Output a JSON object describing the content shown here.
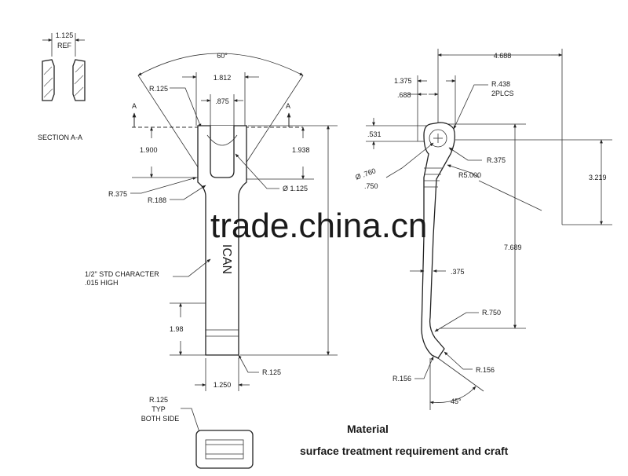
{
  "section": {
    "label": "SECTION A-A",
    "dim_width": "1.125",
    "dim_ref": "REF"
  },
  "front_view": {
    "angle": "60°",
    "r125_top": "R.125",
    "dim_1812": "1.812",
    "dim_875": ".875",
    "cut_a_left": "A",
    "cut_a_right": "A",
    "dim_1900": "1.900",
    "dim_1938": "1.938",
    "r375": "R.375",
    "r188": "R.188",
    "dia_1125": "Ø 1.125",
    "char_note_1": "1/2\" STD CHARACTER",
    "char_note_2": ".015 HIGH",
    "engraving": "ICAN",
    "dim_198": "1.98",
    "r125_bottom": "R.125",
    "dim_1250": "1.250"
  },
  "side_view": {
    "dim_4688": "4.688",
    "dim_1375": "1.375",
    "dim_688": ".688",
    "r438": "R.438",
    "r438_note": "2PLCS",
    "dim_531": ".531",
    "r375": "R.375",
    "dia_760": "Ø .760",
    "dia_750": ".750",
    "r5000": "R5.000",
    "dim_3219": "3.219",
    "dim_7689": "7.689",
    "dim_375": ".375",
    "r750": "R.750",
    "r156_left": "R.156",
    "r156_right": "R.156",
    "angle_45": "45°"
  },
  "bottom_view": {
    "r125": "R.125",
    "typ": "TYP",
    "both_side": "BOTH SIDE"
  },
  "watermark": "trade.china.cn",
  "notes": {
    "material": "Material",
    "surface": "surface treatment requirement and craft",
    "color": "#1e3aa0"
  }
}
